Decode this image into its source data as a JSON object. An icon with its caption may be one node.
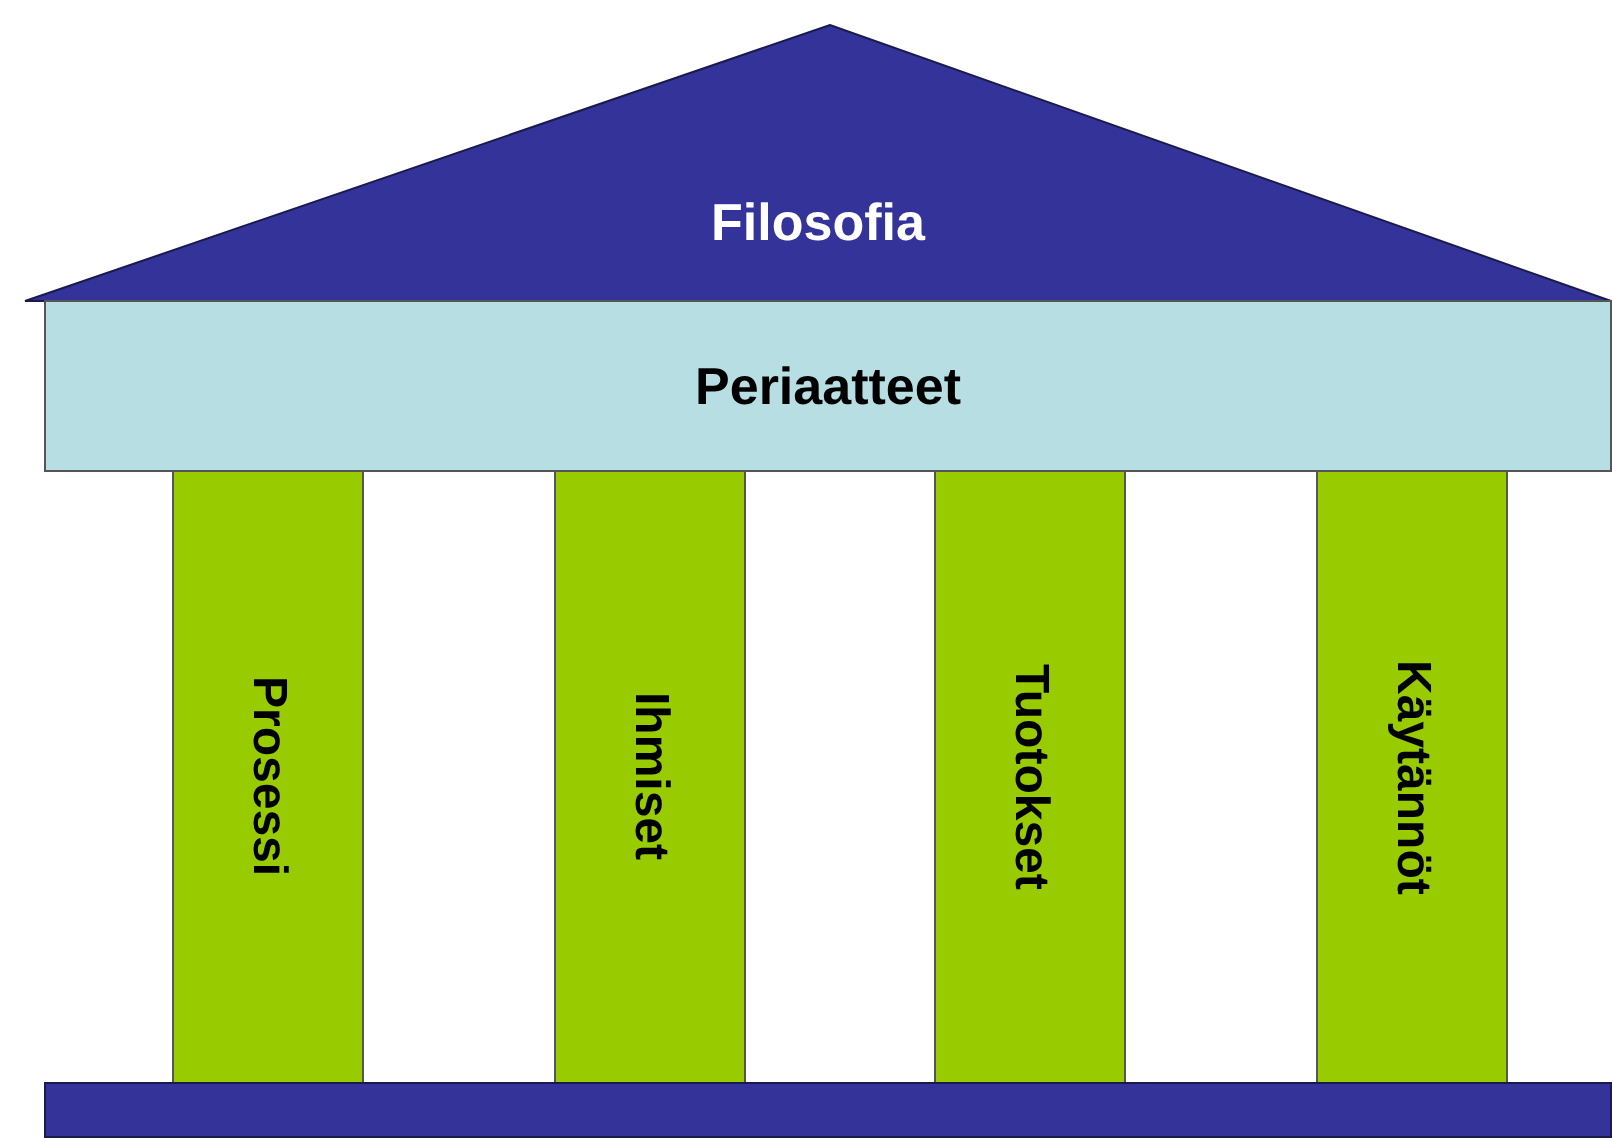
{
  "diagram": {
    "nodes": [
      {
        "text": [
          "Filosofia"
        ]
      },
      {
        "text": [
          "Periaatteet"
        ]
      },
      {
        "text": [
          "Prosessi"
        ]
      },
      {
        "text": [
          "Ihmiset"
        ]
      },
      {
        "text": [
          "Tuotokset"
        ]
      },
      {
        "text": [
          "Käytännöt"
        ]
      },
      {
        "text": [],
        "shape": "bar"
      }
    ]
  }
}
